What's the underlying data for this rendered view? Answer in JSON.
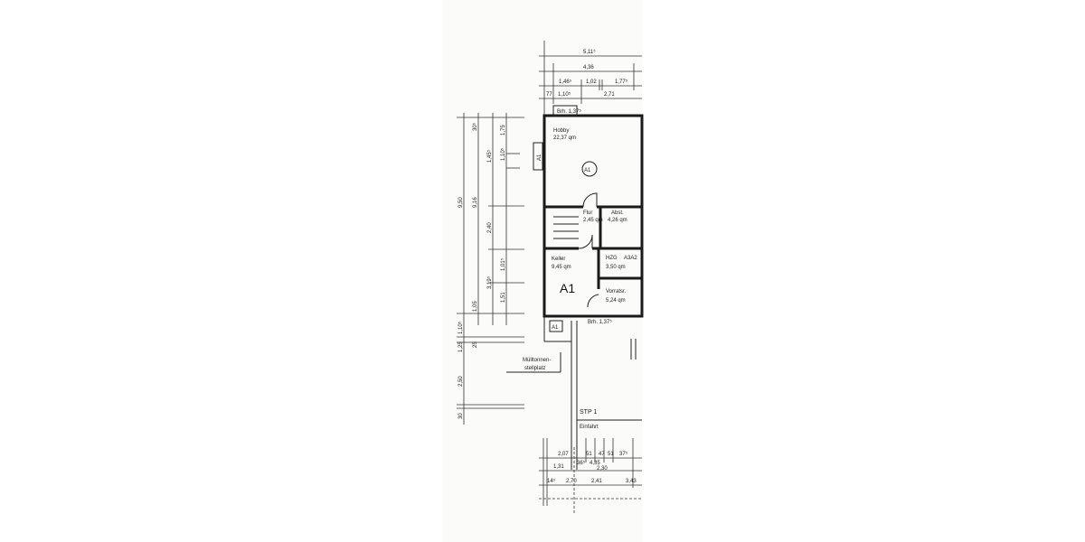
{
  "plan": {
    "rooms": [
      {
        "name": "Hobby",
        "area": "22,37 qm",
        "tag": "A1"
      },
      {
        "name": "Flur",
        "area": "2,45 qm"
      },
      {
        "name": "Abst.",
        "area": "4,26 qm"
      },
      {
        "name": "Keller",
        "area": "9,45 qm",
        "tag": "A1"
      },
      {
        "name": "HZG",
        "area": "3,50 qm",
        "tag": "A3A2"
      },
      {
        "name": "Vorratsr.",
        "area": "5,24 qm"
      }
    ],
    "labels": {
      "window_top": "Brh. 1,37⁵",
      "window_bottom": "Brh. 1,37⁵",
      "stair_side": "A1",
      "entry_box": "A1",
      "bins_line1": "Mülltonnen-",
      "bins_line2": "stellplatz",
      "parking": "STP 1",
      "driveway": "Einfahrt",
      "stair_ref": "A1"
    },
    "dimensions": {
      "top": [
        "5,11⁵",
        "4,36",
        "1,46⁵",
        "1,02",
        "1,77⁵",
        "77",
        "1,10⁵",
        "2,71"
      ],
      "left": [
        "9,50",
        "9,16",
        "30⁵",
        "1,45⁵",
        "1,75",
        "1,10⁵",
        "2,40",
        "1,01⁵",
        "1,51",
        "3,19⁵",
        "1,05",
        "1,10⁵",
        "25",
        "1,25",
        "2,50",
        "30"
      ],
      "bottom": [
        "2,07",
        "51",
        "47",
        "51",
        "37⁵",
        "36⁵",
        "4,35",
        "1,31",
        "2,30",
        "14⁵",
        "2,70",
        "2,41",
        "3,43"
      ]
    }
  }
}
